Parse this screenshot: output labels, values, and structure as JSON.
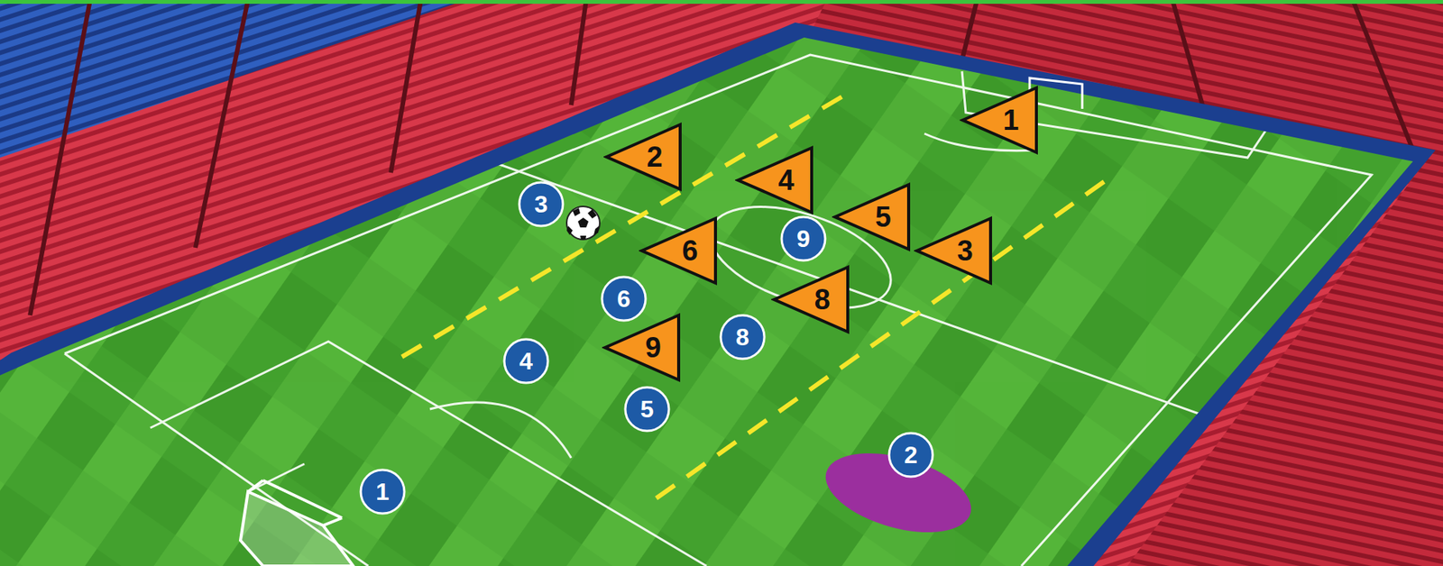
{
  "diagram": {
    "nodes": [
      {
        "text": [
          "1"
        ]
      },
      {
        "text": [
          "2"
        ]
      },
      {
        "text": [
          "4"
        ]
      },
      {
        "text": [
          "3"
        ]
      },
      {
        "text": [
          "5"
        ]
      },
      {
        "text": [
          "9"
        ]
      },
      {
        "text": [
          "6"
        ]
      },
      {
        "text": [
          "3"
        ]
      },
      {
        "text": [
          "6"
        ]
      },
      {
        "text": [
          "8"
        ]
      },
      {
        "text": [
          "8"
        ]
      },
      {
        "text": [
          "9"
        ]
      },
      {
        "text": [
          "4"
        ]
      },
      {
        "text": [
          "5"
        ]
      },
      {
        "text": [
          "2"
        ]
      },
      {
        "text": [
          "1"
        ]
      }
    ]
  }
}
